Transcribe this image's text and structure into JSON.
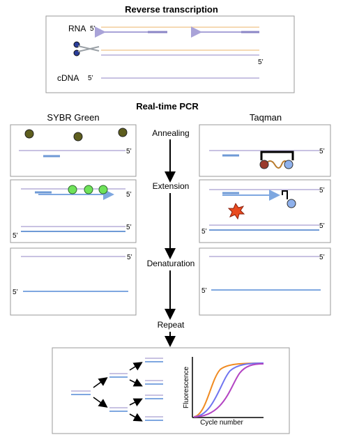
{
  "reverse_transcription": {
    "title": "Reverse transcription",
    "rna_label": "RNA",
    "cdna_label": "cDNA"
  },
  "realtime_pcr": {
    "title": "Real-time PCR",
    "left_method": "SYBR Green",
    "right_method": "Taqman",
    "steps": {
      "annealing": "Annealing",
      "extension": "Extension",
      "denaturation": "Denaturation",
      "repeat": "Repeat"
    }
  },
  "end_label": "5’",
  "plot": {
    "ylabel": "Fluorescence",
    "xlabel": "Cycle number"
  },
  "colors": {
    "rna_strand": "#f5d9b3",
    "cdna_strand": "#c8c2e2",
    "primer": "#6f9ad6",
    "product": "#7ea7e0",
    "sybr_free": "#5e5e1e",
    "sybr_bound": "#6fe35a",
    "reporter": "#9b3b2b",
    "quencher": "#8fb1ec",
    "released_dye": "#e84a1f",
    "curve_1": "#f08b22",
    "curve_2": "#6f74f0",
    "curve_3": "#b345c3"
  }
}
